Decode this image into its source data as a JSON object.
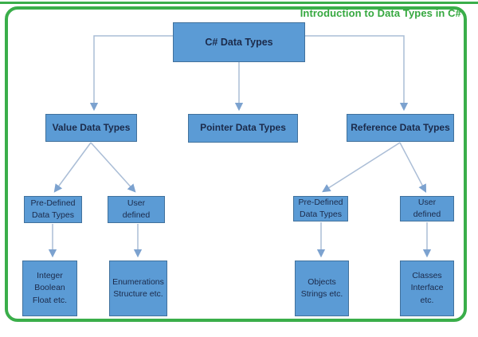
{
  "page": {
    "title": "Introduction to Data Types in C#",
    "colors": {
      "frame_green": "#3aae4a",
      "title_green": "#35a83f",
      "box_fill": "#5b9bd5",
      "box_border": "#41719c",
      "box_text": "#1b2a4a",
      "connector_line": "#aabdd6",
      "arrowhead": "#7ca2cf"
    }
  },
  "nodes": {
    "root": "C# Data Types",
    "value": "Value Data Types",
    "pointer": "Pointer Data Types",
    "reference": "Reference Data Types",
    "value_predefined": "Pre-Defined\nData Types",
    "value_userdefined": "User\ndefined",
    "reference_predefined": "Pre-Defined\nData Types",
    "reference_userdefined": "User\ndefined",
    "value_predefined_examples": "Integer\nBoolean\nFloat etc.",
    "value_userdefined_examples": "Enumerations\nStructure etc.",
    "reference_predefined_examples": "Objects\nStrings etc.",
    "reference_userdefined_examples": "Classes\nInterface\netc."
  },
  "edges": [
    [
      "root",
      "value"
    ],
    [
      "root",
      "pointer"
    ],
    [
      "root",
      "reference"
    ],
    [
      "value",
      "value_predefined"
    ],
    [
      "value",
      "value_userdefined"
    ],
    [
      "reference",
      "reference_predefined"
    ],
    [
      "reference",
      "reference_userdefined"
    ],
    [
      "value_predefined",
      "value_predefined_examples"
    ],
    [
      "value_userdefined",
      "value_userdefined_examples"
    ],
    [
      "reference_predefined",
      "reference_predefined_examples"
    ],
    [
      "reference_userdefined",
      "reference_userdefined_examples"
    ]
  ]
}
